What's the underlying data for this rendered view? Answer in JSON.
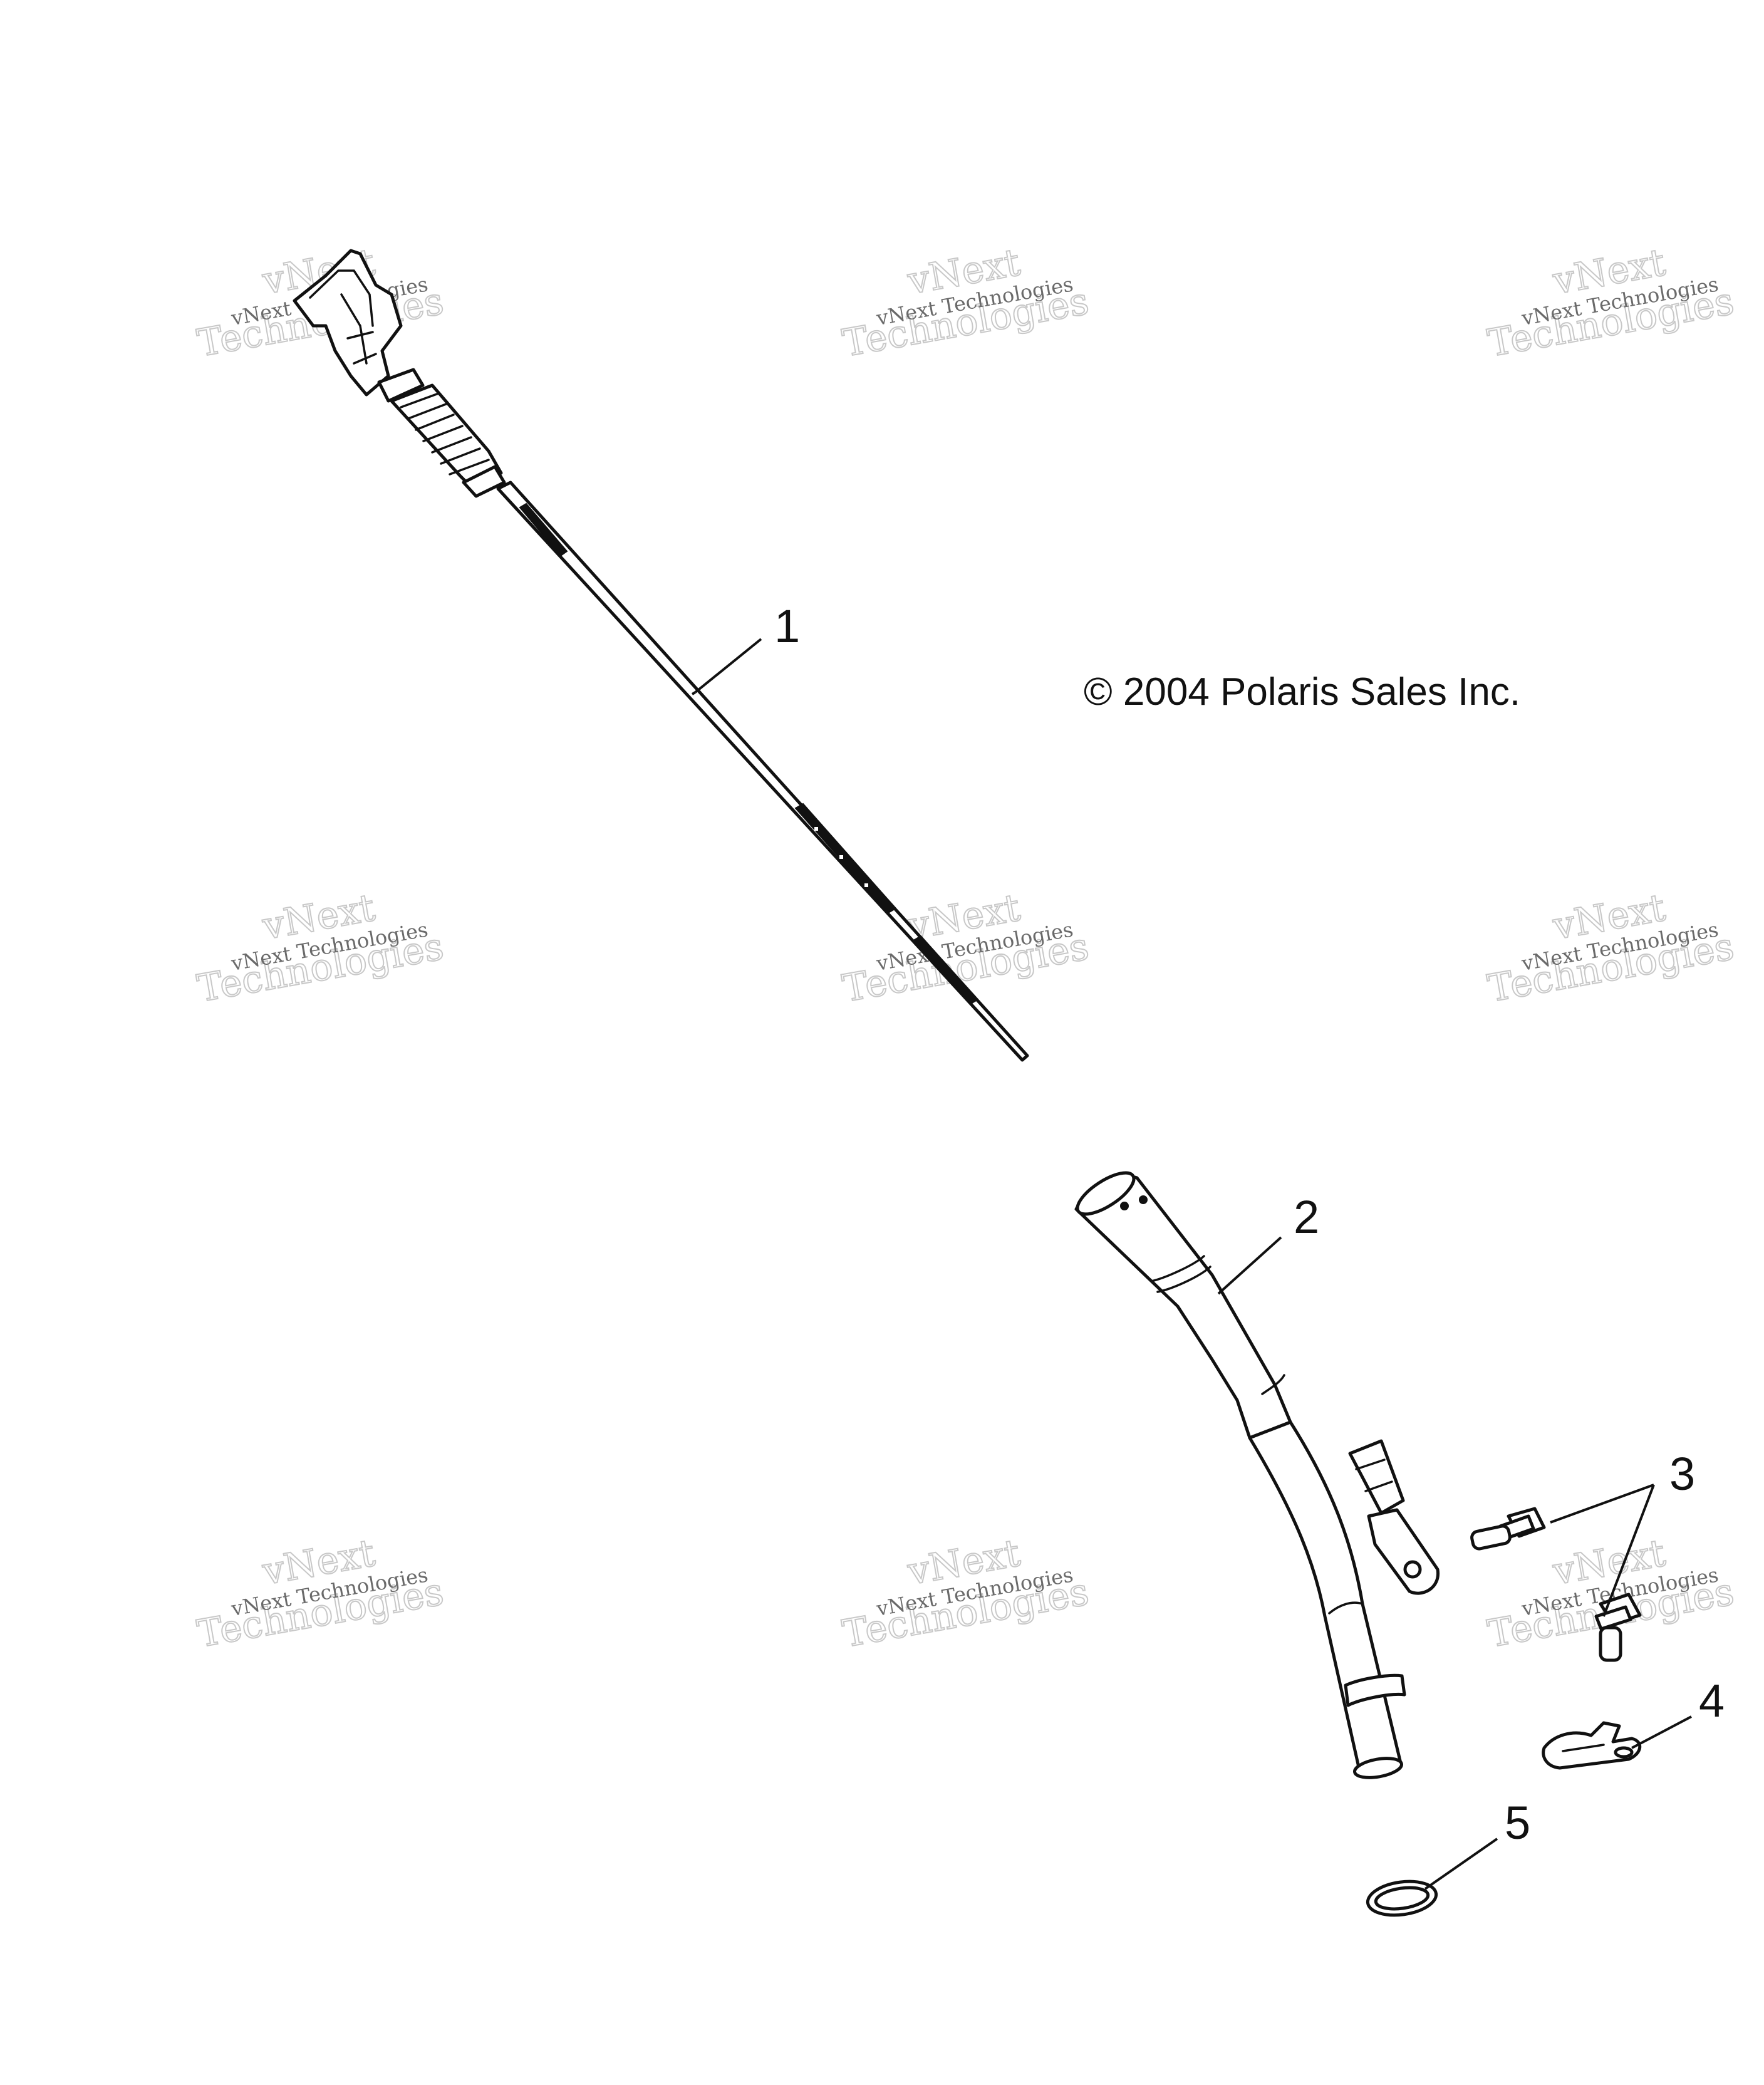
{
  "copyright": "© 2004 Polaris Sales Inc.",
  "watermark": {
    "line1": "vNext",
    "line2": "Technologies",
    "small": "vNext Technologies"
  },
  "callouts": [
    {
      "id": "1",
      "part": "dipstick"
    },
    {
      "id": "2",
      "part": "dipstick-tube"
    },
    {
      "id": "3",
      "part": "bolt"
    },
    {
      "id": "4",
      "part": "clip"
    },
    {
      "id": "5",
      "part": "o-ring"
    }
  ]
}
